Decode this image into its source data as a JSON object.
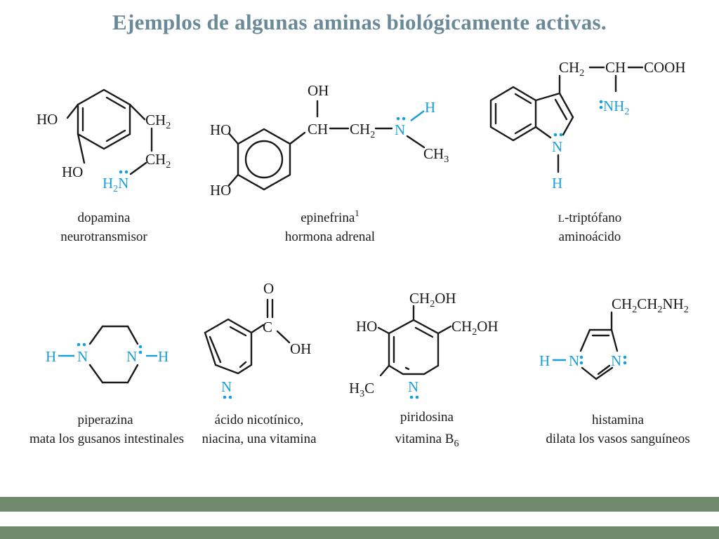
{
  "title": "Ejemplos de algunas aminas biológicamente activas.",
  "labels": {
    "ho": "HO",
    "oh": "OH",
    "h": "H",
    "n": "N",
    "o": "O",
    "c": "C",
    "ch": "CH",
    "ch2": "CH",
    "ch3": "CH",
    "h2": "H",
    "h3c_h": "H",
    "h3c_c": "C",
    "nh2": "NH",
    "sub2": "2",
    "sub3": "3",
    "cooh": "COOH",
    "ch2oh_a": "CH",
    "ch2oh_b": "OH",
    "ch2ch2nh2": "CH",
    "ch2ch2nh2_b": "CH",
    "ch2ch2nh2_c": "NH"
  },
  "compounds": [
    {
      "name": "dopamina",
      "role": "neurotransmisor"
    },
    {
      "name": "epinefrina",
      "sup": "1",
      "role": "hormona adrenal"
    },
    {
      "name_prefix": "L",
      "name": "-triptófano",
      "role": "aminoácido"
    },
    {
      "name": "piperazina",
      "role": "mata los gusanos intestinales"
    },
    {
      "name": "ácido nicotínico,",
      "role": "niacina, una vitamina"
    },
    {
      "name": "piridosina",
      "role": "vitamina B",
      "role_sub": "6"
    },
    {
      "name": "histamina",
      "role": "dilata los vasos sanguíneos"
    }
  ],
  "colors": {
    "title": "#6a8a99",
    "nitrogen": "#1aa0d8",
    "band": "#6f8a6b"
  }
}
